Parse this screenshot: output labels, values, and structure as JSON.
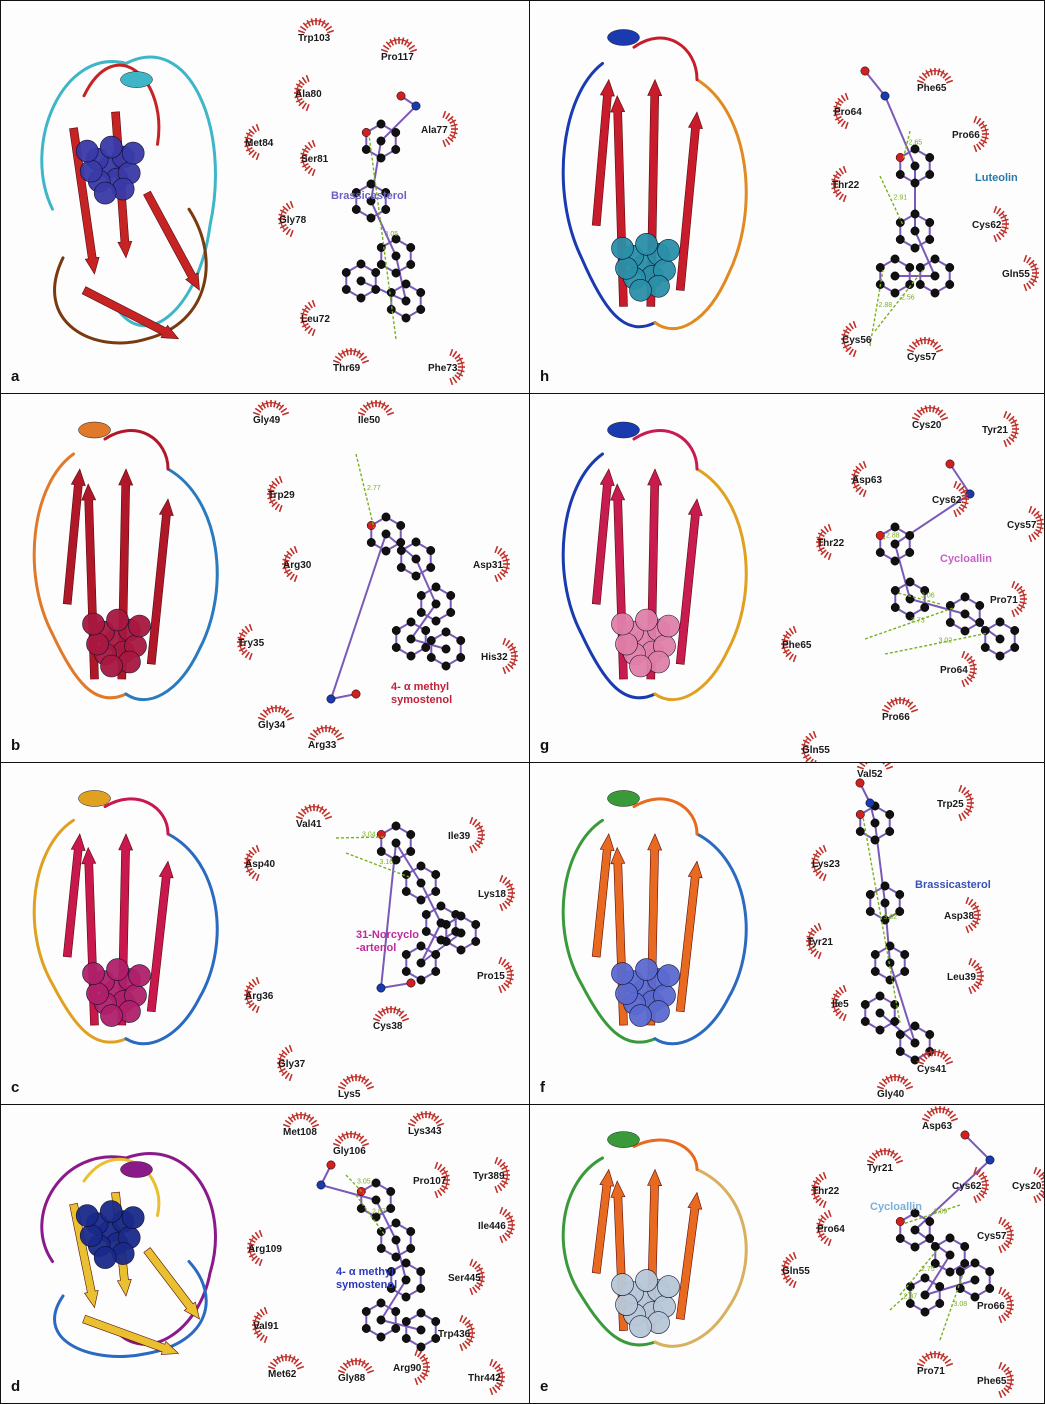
{
  "panels": [
    {
      "id": "a",
      "letter": "a",
      "ligand": "Brassicasterol",
      "ligand_color": "#6b5fc4",
      "protein_palette": [
        "#c62424",
        "#3fb6c8",
        "#7a3a10"
      ],
      "ball_color": "#3a3aa8",
      "residues": [
        "Trp103",
        "Pro117",
        "Ala80",
        "Ala77",
        "Met84",
        "Ser81",
        "Gly78",
        "Leu72",
        "Thr69",
        "Phe73"
      ],
      "hbonds": [
        "3.05"
      ]
    },
    {
      "id": "b",
      "letter": "b",
      "ligand": "4- α methyl\nsymostenol",
      "ligand_color": "#c0223a",
      "protein_palette": [
        "#b0182a",
        "#e07a2a",
        "#2a7ac0"
      ],
      "ball_color": "#a81840",
      "residues": [
        "Gly49",
        "Ile50",
        "Trp29",
        "Arg30",
        "Asp31",
        "Try35",
        "His32",
        "Gly34",
        "Arg33"
      ],
      "hbonds": [
        "2.77"
      ]
    },
    {
      "id": "c",
      "letter": "c",
      "ligand": "31-Norcyclo\n-artenol",
      "ligand_color": "#c02a9a",
      "protein_palette": [
        "#c8184e",
        "#e0a020",
        "#2a6ac0"
      ],
      "ball_color": "#b0206a",
      "residues": [
        "Val41",
        "Ile39",
        "Asp40",
        "Lys18",
        "Pro15",
        "Arg36",
        "Cys38",
        "Gly37",
        "Lys5"
      ],
      "hbonds": [
        "3.04",
        "3.16"
      ]
    },
    {
      "id": "d",
      "letter": "d",
      "ligand": "4- α methyl\nsymostenol",
      "ligand_color": "#2a3ab8",
      "protein_palette": [
        "#e8c030",
        "#8a1a8a",
        "#2a6ac0"
      ],
      "ball_color": "#1a2a8a",
      "residues": [
        "Met108",
        "Gly106",
        "Lys343",
        "Pro107",
        "Tyr389",
        "Ile446",
        "Arg109",
        "Ser445",
        "Val91",
        "Trp436",
        "Met62",
        "Gly88",
        "Arg90",
        "Thr442"
      ],
      "hbonds": [
        "3.05",
        "2.87"
      ]
    },
    {
      "id": "h",
      "letter": "h",
      "ligand": "Luteolin",
      "ligand_color": "#2a7aa8",
      "protein_palette": [
        "#c81c2c",
        "#1a3ab0",
        "#e08a20"
      ],
      "ball_color": "#2a90a8",
      "residues": [
        "Phe65",
        "Pro64",
        "Pro66",
        "Thr22",
        "Cys62",
        "Gln55",
        "Cys56",
        "Cys57"
      ],
      "hbonds": [
        "2.65",
        "2.91",
        "2.56",
        "2.88"
      ]
    },
    {
      "id": "g",
      "letter": "g",
      "ligand": "Cycloallin",
      "ligand_color": "#c860c8",
      "protein_palette": [
        "#c81c50",
        "#1a3ab0",
        "#e0a020"
      ],
      "ball_color": "#e080a8",
      "residues": [
        "Cys20",
        "Tyr21",
        "Asp63",
        "Cys62",
        "Cys57",
        "Thr22",
        "Pro71",
        "Phe65",
        "Pro64",
        "Pro66",
        "Gln55"
      ],
      "hbonds": [
        "2.88",
        "3.06",
        "2.73",
        "3.02"
      ]
    },
    {
      "id": "f",
      "letter": "f",
      "ligand": "Brassicasterol",
      "ligand_color": "#3a50b8",
      "protein_palette": [
        "#e86a20",
        "#3a9a3a",
        "#2a6ac0"
      ],
      "ball_color": "#5a6ad0",
      "residues": [
        "Val52",
        "Trp25",
        "Lys23",
        "Asp38",
        "Tyr21",
        "Leu39",
        "Ile5",
        "Cys41",
        "Gly40"
      ],
      "hbonds": [
        "3.02"
      ]
    },
    {
      "id": "e",
      "letter": "e",
      "ligand": "Cycloallin",
      "ligand_color": "#7ab0d8",
      "protein_palette": [
        "#e86a20",
        "#3a9a3a",
        "#d8b060"
      ],
      "ball_color": "#b8c8d8",
      "residues": [
        "Asp63",
        "Tyr21",
        "Thr22",
        "Cys62",
        "Cys20",
        "Cys57",
        "Pro64",
        "Gln55",
        "Pro66",
        "Pro71",
        "Phe65"
      ],
      "hbonds": [
        "3.09",
        "2.75",
        "2.87",
        "3.08"
      ]
    }
  ],
  "colors": {
    "hydrophobic_arc": "#c0302a",
    "carbon": "#111111",
    "oxygen": "#d02020",
    "nitrogen": "#1a3ab0",
    "sulfur": "#e8c020",
    "bond": "#7a5ab8",
    "hbond": "#7ab020"
  }
}
